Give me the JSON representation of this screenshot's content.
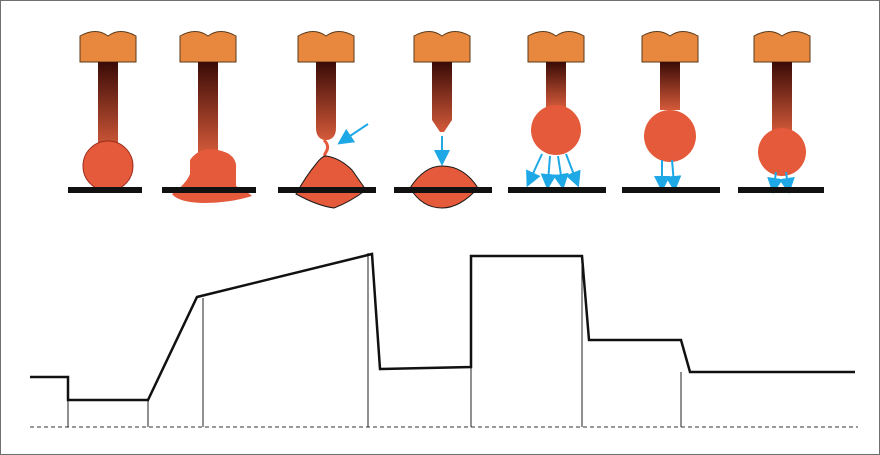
{
  "colors": {
    "holder": "#E8883E",
    "holder_stroke": "#5a3a1a",
    "electrode_top": "#3a0b06",
    "electrode_bottom": "#d45a3a",
    "droplet": "#E45A3A",
    "droplet_stroke": "#9c2a1a",
    "arrow": "#1EA8E6",
    "workpiece": "#111111",
    "waveform": "#111111",
    "baseline": "#333333"
  },
  "stages": [
    {
      "name": "droplet-growth"
    },
    {
      "name": "short-circuit"
    },
    {
      "name": "necking"
    },
    {
      "name": "droplet-detach"
    },
    {
      "name": "arc-reignition"
    },
    {
      "name": "arc-burning"
    },
    {
      "name": "stable-arc"
    }
  ],
  "waveform": {
    "type": "line",
    "levels": [
      "base",
      "short-circuit-low",
      "ramp",
      "peak-slope",
      "drop",
      "pulse-high",
      "mid",
      "background"
    ]
  }
}
